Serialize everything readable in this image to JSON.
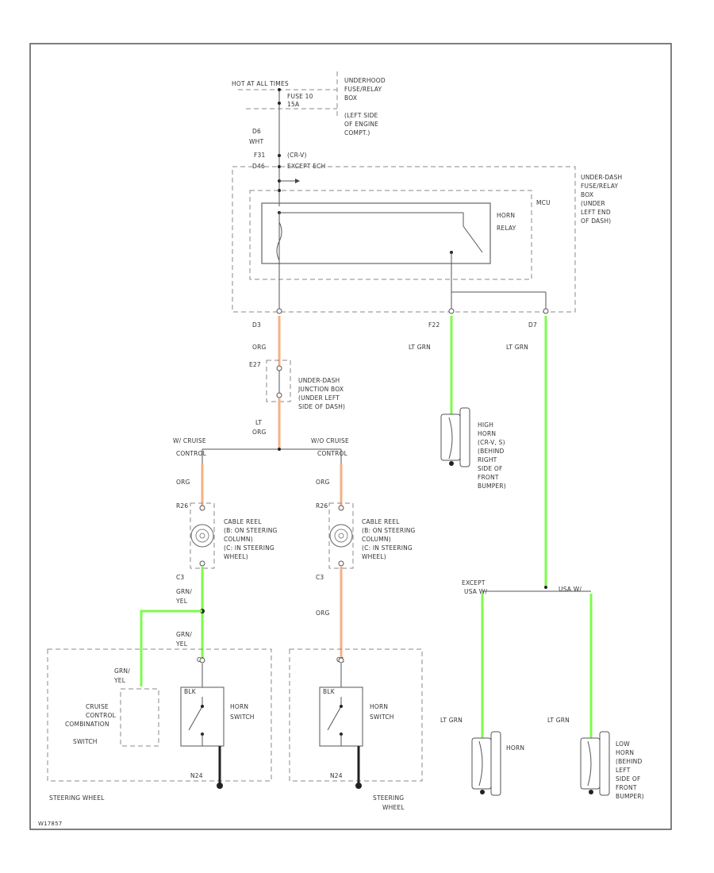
{
  "diagram": {
    "power_source": "HOT AT ALL TIMES",
    "fuse": {
      "name": "FUSE 10",
      "rating": "15A"
    },
    "underhood_box": [
      "UNDERHOOD",
      "FUSE/RELAY",
      "BOX",
      "(LEFT SIDE",
      "OF ENGINE",
      "COMPT.)"
    ],
    "wire_top": [
      "D6",
      "WHT"
    ],
    "conn_f31": "F31",
    "conn_d46": "D46",
    "cr_v": "(CR-V)",
    "except_ech": "EXCEPT ECH",
    "underdash_box": [
      "UNDER-DASH",
      "FUSE/RELAY",
      "BOX",
      "(UNDER",
      "LEFT END",
      "OF DASH)"
    ],
    "mcu": "MCU",
    "horn_relay": [
      "HORN",
      "RELAY"
    ],
    "conn_d3": "D3",
    "wire_org": "ORG",
    "conn_f22": "F22",
    "wire_lt_grn": "LT GRN",
    "conn_d7": "D7",
    "conn_e27": "E27",
    "underdash_jbox": [
      "UNDER-DASH",
      "JUNCTION BOX",
      "(UNDER LEFT",
      "SIDE OF DASH)"
    ],
    "wire_lt_org": [
      "LT",
      "ORG"
    ],
    "high_horn": [
      "HIGH",
      "HORN",
      "(CR-V, S)",
      "(BEHIND",
      "RIGHT",
      "SIDE OF",
      "FRONT",
      "BUMPER)"
    ],
    "w_cruise": [
      "W/ CRUISE",
      "CONTROL"
    ],
    "wo_cruise": [
      "W/O CRUISE",
      "CONTROL"
    ],
    "conn_r26": "R26",
    "cable_reel": [
      "CABLE REEL",
      "(B: ON STEERING",
      "COLUMN)",
      "(C: IN STEERING",
      "WHEEL)"
    ],
    "conn_c3": "C3",
    "wire_grn_yel": [
      "GRN/",
      "YEL"
    ],
    "except_usa": [
      "EXCEPT",
      "USA W/"
    ],
    "usa_w": "USA W/",
    "conn_c1": "C1",
    "blk": "BLK",
    "horn_switch": [
      "HORN",
      "SWITCH"
    ],
    "cruise_combo": [
      "CRUISE",
      "CONTROL",
      "COMBINATION",
      "SWITCH"
    ],
    "horn": "HORN",
    "low_horn": [
      "LOW",
      "HORN",
      "(BEHIND",
      "LEFT",
      "SIDE OF",
      "FRONT",
      "BUMPER)"
    ],
    "ground": "N24",
    "steering_wheel": "STEERING WHEEL",
    "steering_wheel2": [
      "STEERING",
      "WHEEL"
    ],
    "footer": "W17857"
  }
}
